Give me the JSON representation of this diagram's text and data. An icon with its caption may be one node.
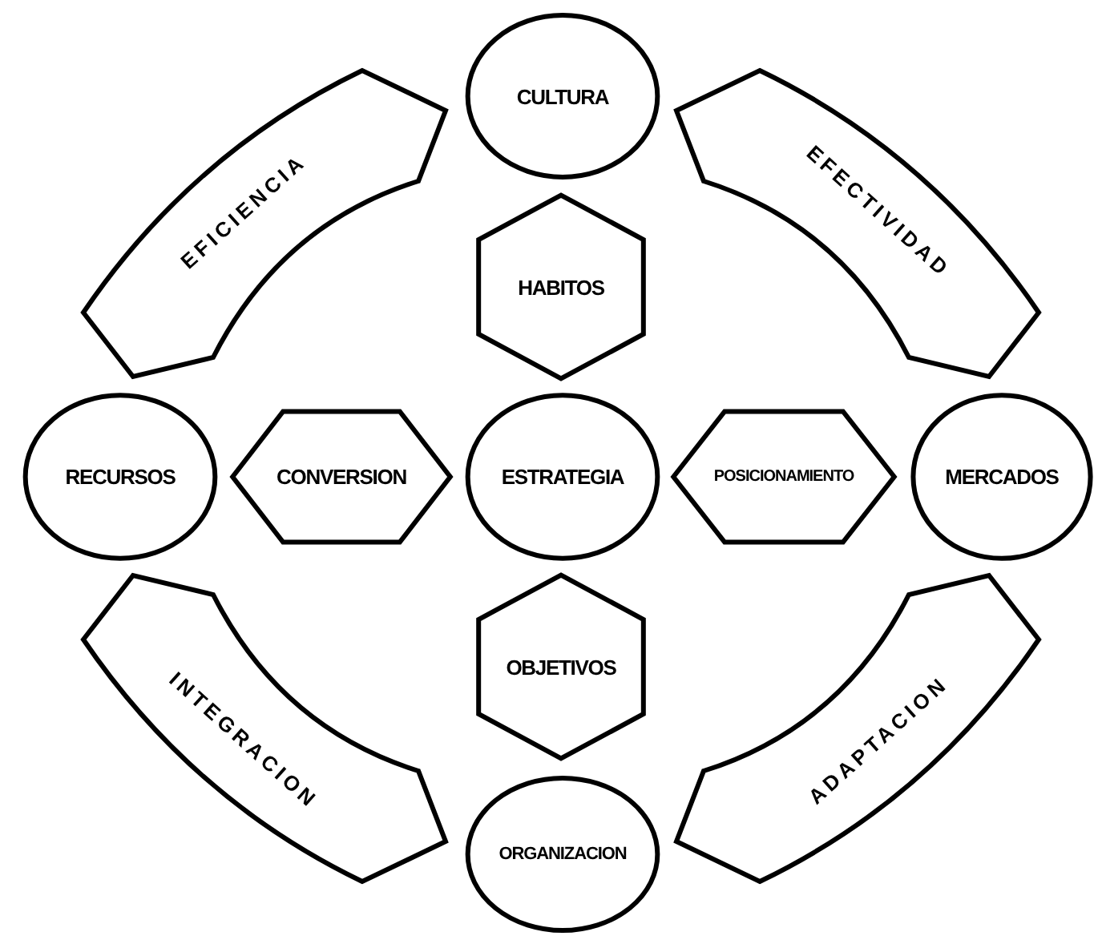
{
  "diagram": {
    "nodes": [
      {
        "text": [
          "CULTURA"
        ]
      },
      {
        "text": [
          "EFICIENCIA"
        ]
      },
      {
        "text": [
          "EFECTIVIDAD"
        ]
      },
      {
        "text": [
          "HABITOS"
        ]
      },
      {
        "text": [
          "RECURSOS"
        ]
      },
      {
        "text": [
          "CONVERSION"
        ]
      },
      {
        "text": [
          "ESTRATEGIA"
        ]
      },
      {
        "text": [
          "POSICIONAMIENTO"
        ]
      },
      {
        "text": [
          "MERCADOS"
        ]
      },
      {
        "text": [
          "OBJETIVOS"
        ]
      },
      {
        "text": [
          "INTEGRACION"
        ]
      },
      {
        "text": [
          "ADAPTACION"
        ]
      },
      {
        "text": [
          "ORGANIZACION"
        ]
      }
    ]
  }
}
